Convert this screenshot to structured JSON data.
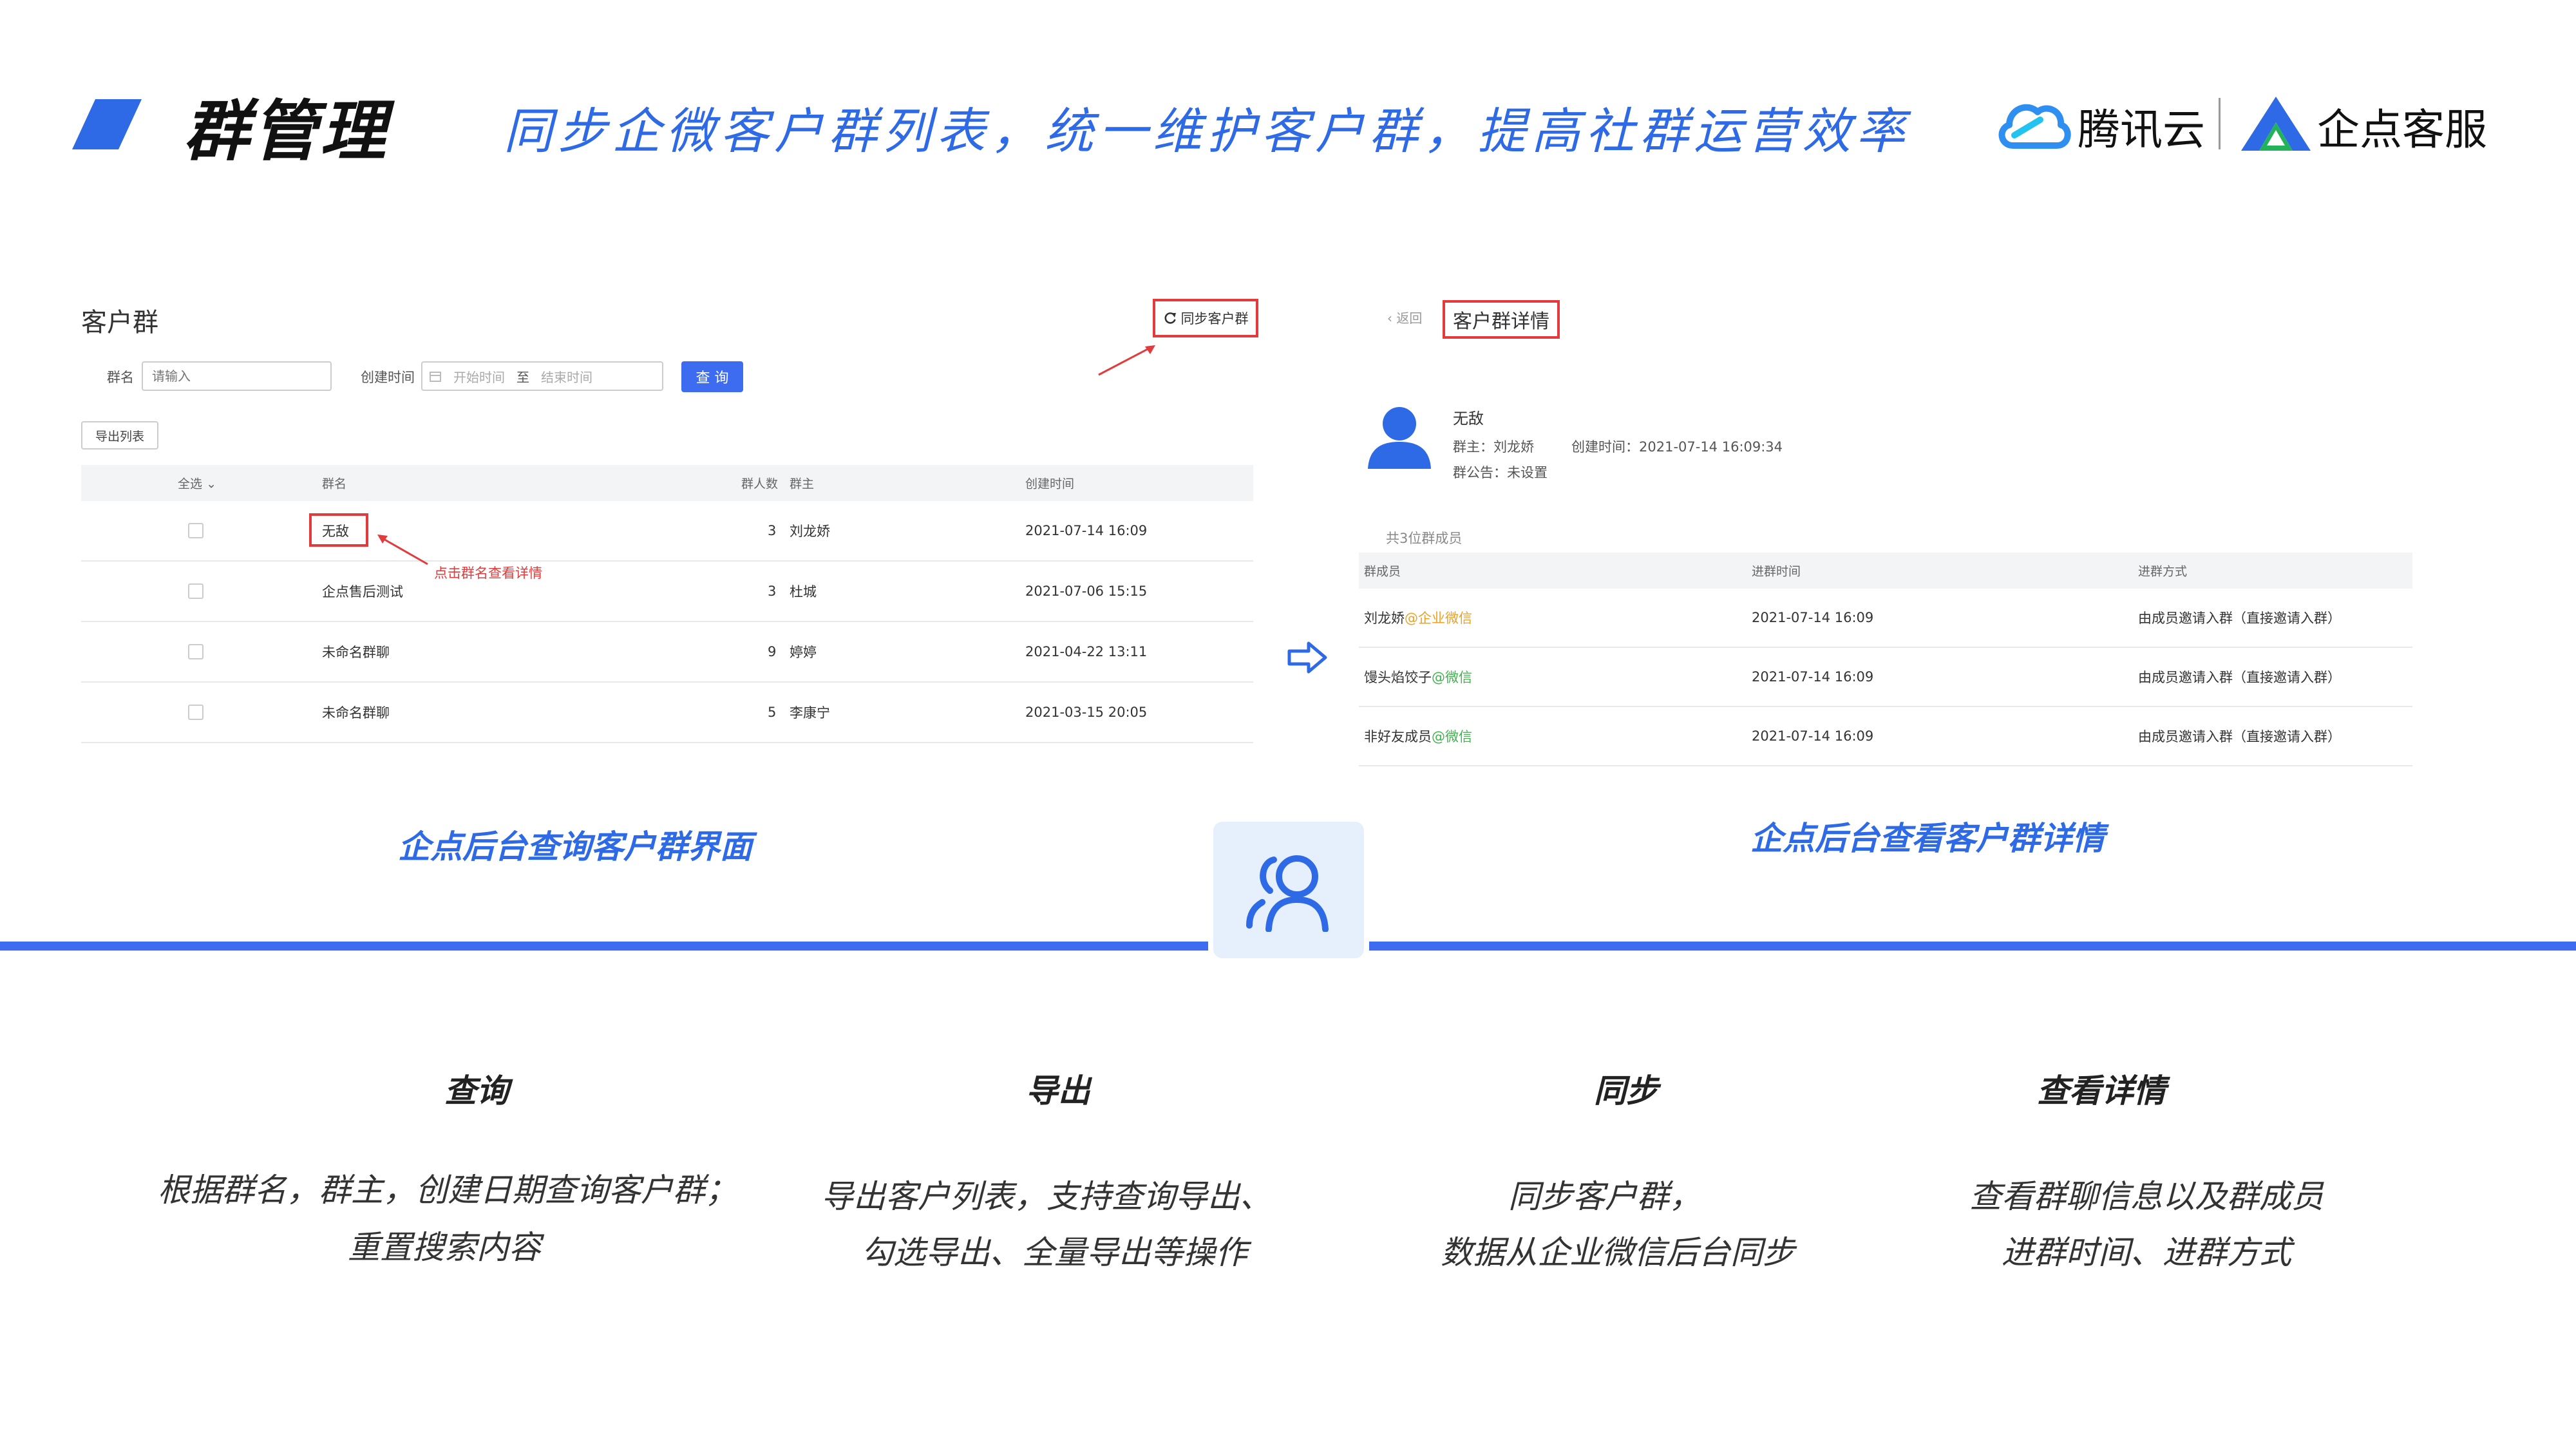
{
  "header": {
    "title": "群管理",
    "subtitle": "同步企微客户群列表，统一维护客户群，提高社群运营效率",
    "logo_tencent_cloud": "腾讯云",
    "logo_qidian": "企点客服"
  },
  "left_panel": {
    "title": "客户群",
    "sync_button": "同步客户群",
    "filter": {
      "name_label": "群名",
      "name_placeholder": "请输入",
      "date_label": "创建时间",
      "date_start": "开始时间",
      "date_to": "至",
      "date_end": "结束时间",
      "search_button": "查 询"
    },
    "export_button": "导出列表",
    "table": {
      "headers": [
        "全选",
        "群名",
        "群人数",
        "群主",
        "创建时间"
      ],
      "rows": [
        {
          "name": "无敌",
          "count": "3",
          "owner": "刘龙娇",
          "created": "2021-07-14 16:09"
        },
        {
          "name": "企点售后测试",
          "count": "3",
          "owner": "杜城",
          "created": "2021-07-06 15:15"
        },
        {
          "name": "未命名群聊",
          "count": "9",
          "owner": "婷婷",
          "created": "2021-04-22 13:11"
        },
        {
          "name": "未命名群聊",
          "count": "5",
          "owner": "李康宁",
          "created": "2021-03-15 20:05"
        }
      ]
    },
    "annotation": "点击群名查看详情",
    "caption": "企点后台查询客户群界面"
  },
  "right_panel": {
    "back": "返回",
    "title": "客户群详情",
    "group": {
      "name": "无敌",
      "owner": "群主：刘龙娇",
      "created": "创建时间：2021-07-14 16:09:34",
      "notice": "群公告：未设置"
    },
    "member_count": "共3位群成员",
    "table": {
      "headers": [
        "群成员",
        "进群时间",
        "进群方式"
      ],
      "rows": [
        {
          "member": "刘龙娇",
          "tag": "@企业微信",
          "tag_color": "#f0a020",
          "time": "2021-07-14 16:09",
          "method": "由成员邀请入群（直接邀请入群）"
        },
        {
          "member": "馒头焰饺子",
          "tag": "@微信",
          "tag_color": "#3cb54a",
          "time": "2021-07-14 16:09",
          "method": "由成员邀请入群（直接邀请入群）"
        },
        {
          "member": "非好友成员",
          "tag": "@微信",
          "tag_color": "#3cb54a",
          "time": "2021-07-14 16:09",
          "method": "由成员邀请入群（直接邀请入群）"
        }
      ]
    },
    "caption": "企点后台查看客户群详情"
  },
  "features": [
    {
      "title": "查询",
      "line1": "根据群名，群主，创建日期查询客户群；",
      "line2": "重置搜索内容"
    },
    {
      "title": "导出",
      "line1": "导出客户列表，支持查询导出、",
      "line2": "勾选导出、全量导出等操作"
    },
    {
      "title": "同步",
      "line1": "同步客户群，",
      "line2": "数据从企业微信后台同步"
    },
    {
      "title": "查看详情",
      "line1": "查看群聊信息以及群成员",
      "line2": "进群时间、进群方式"
    }
  ],
  "colors": {
    "accent": "#2f6ae6",
    "button_blue": "#3d6cf0",
    "highlight_red": "#e23b3b",
    "icon_bg": "#e6f0fd"
  }
}
